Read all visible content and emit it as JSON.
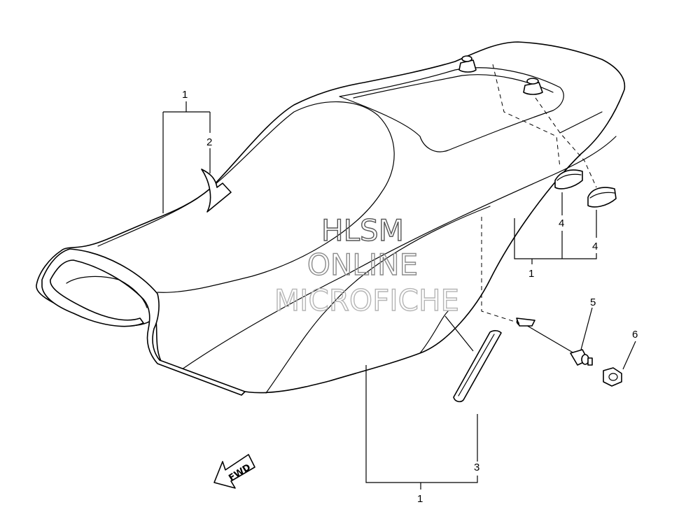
{
  "callouts": {
    "left_assembly": "1",
    "left_part": "2",
    "bottom_assembly": "1",
    "bottom_part": "3",
    "right_assembly": "1",
    "damper_a": "4",
    "damper_b": "4",
    "bolt": "5",
    "nut": "6"
  },
  "watermark": {
    "line1": "HLSM",
    "line2": "ONLINE",
    "line3": "MICROFICHE",
    "color_dark": "#555555",
    "color_mid": "#8a8a8a",
    "color_light": "#b4b4b4"
  },
  "fwd_label": "FWD"
}
